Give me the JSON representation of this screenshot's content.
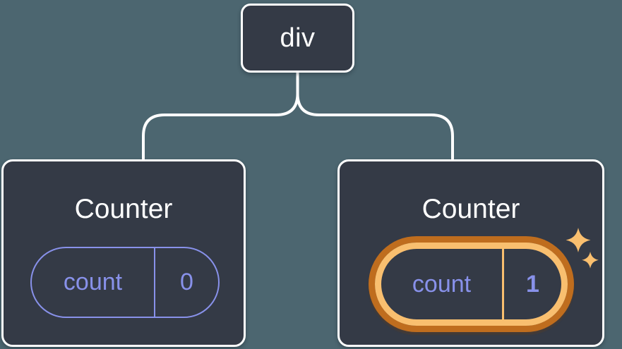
{
  "colors": {
    "canvas_bg": "#4c6670",
    "node_bg": "#343a46",
    "node_border": "#ffffff",
    "connector": "#ffffff",
    "state_accent_purple": "#8891ea",
    "highlight_orange_outer": "#bf6d1e",
    "highlight_orange_inner": "#f9bf6f",
    "sparkle": "#f9bf6f"
  },
  "tree": {
    "root": {
      "label": "div"
    },
    "children": [
      {
        "title": "Counter",
        "state": {
          "key": "count",
          "value": "0"
        },
        "highlighted": false
      },
      {
        "title": "Counter",
        "state": {
          "key": "count",
          "value": "1"
        },
        "highlighted": true
      }
    ]
  }
}
